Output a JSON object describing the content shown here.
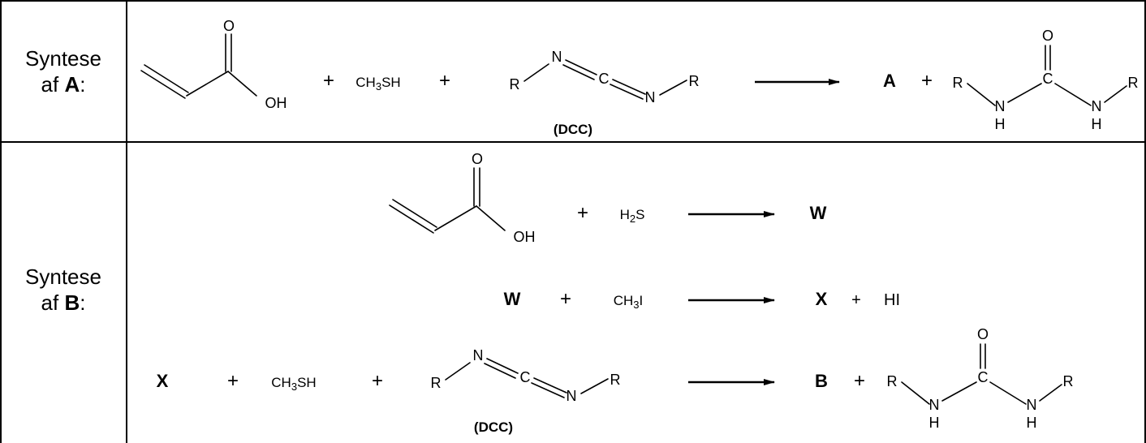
{
  "rows": [
    {
      "prefix": "Syntese",
      "mid": "af",
      "letter": "A",
      "suffix": ":"
    },
    {
      "prefix": "Syntese",
      "mid": "af",
      "letter": "B",
      "suffix": ":"
    }
  ],
  "atoms": {
    "O": "O",
    "OH": "OH",
    "N": "N",
    "C": "C",
    "R": "R",
    "H": "H"
  },
  "plus": "+",
  "reagents": {
    "ch3sh_prefix": "CH",
    "ch3sh_sub": "3",
    "ch3sh_suffix": "SH",
    "h2s_prefix": "H",
    "h2s_sub": "2",
    "h2s_suffix": "S",
    "ch3i_prefix": "CH",
    "ch3i_sub": "3",
    "ch3i_suffix": "I",
    "hi": "HI",
    "dcc_label": "(DCC)"
  },
  "products": {
    "A": "A",
    "B": "B",
    "W": "W",
    "X": "X"
  }
}
